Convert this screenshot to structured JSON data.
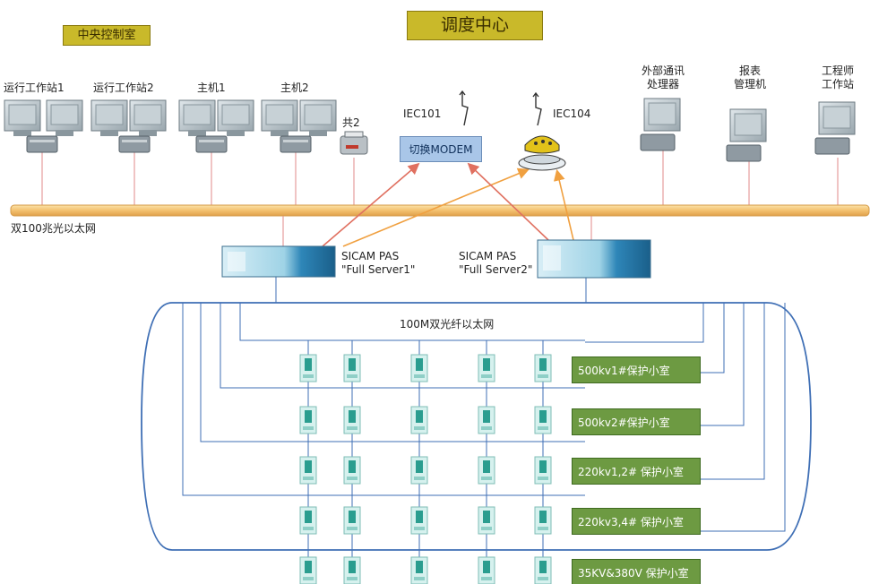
{
  "colors": {
    "ethernet_bus": "#f3c16f",
    "fiber_ring": "#3f6fb5",
    "red_link": "#e07060",
    "orange_link": "#f0a040",
    "room_fill": "#6d9a42",
    "badge_fill": "#c9b92a",
    "modem_fill": "#a9c6e8"
  },
  "title_badge": "调度中心",
  "control_room_badge": "中央控制室",
  "workstations": [
    {
      "label": "运行工作站1",
      "icon": "workstation-icon"
    },
    {
      "label": "运行工作站2",
      "icon": "workstation-icon"
    },
    {
      "label": "主机1",
      "icon": "workstation-icon"
    },
    {
      "label": "主机2",
      "icon": "workstation-icon"
    },
    {
      "label": "共2",
      "icon": "printer-icon"
    }
  ],
  "right_devices": [
    {
      "label": "外部通讯\n处理器",
      "icon": "computer-icon"
    },
    {
      "label": "报表\n管理机",
      "icon": "computer-icon"
    },
    {
      "label": "工程师\n工作站",
      "icon": "computer-icon"
    }
  ],
  "iec101": "IEC101",
  "iec104": "IEC104",
  "modem": "切换MODEM",
  "bus_label": "双100兆光以太网",
  "servers": [
    {
      "name": "SICAM PAS",
      "sub": "\"Full Server1\""
    },
    {
      "name": "SICAM PAS",
      "sub": "\"Full Server2\""
    }
  ],
  "fiber_label": "100M双光纤以太网",
  "rooms": [
    "500kv1#保护小室",
    "500kv2#保护小室",
    "220kv1,2#  保护小室",
    "220kv3,4#  保护小室",
    "35KV&380V  保护小室"
  ]
}
